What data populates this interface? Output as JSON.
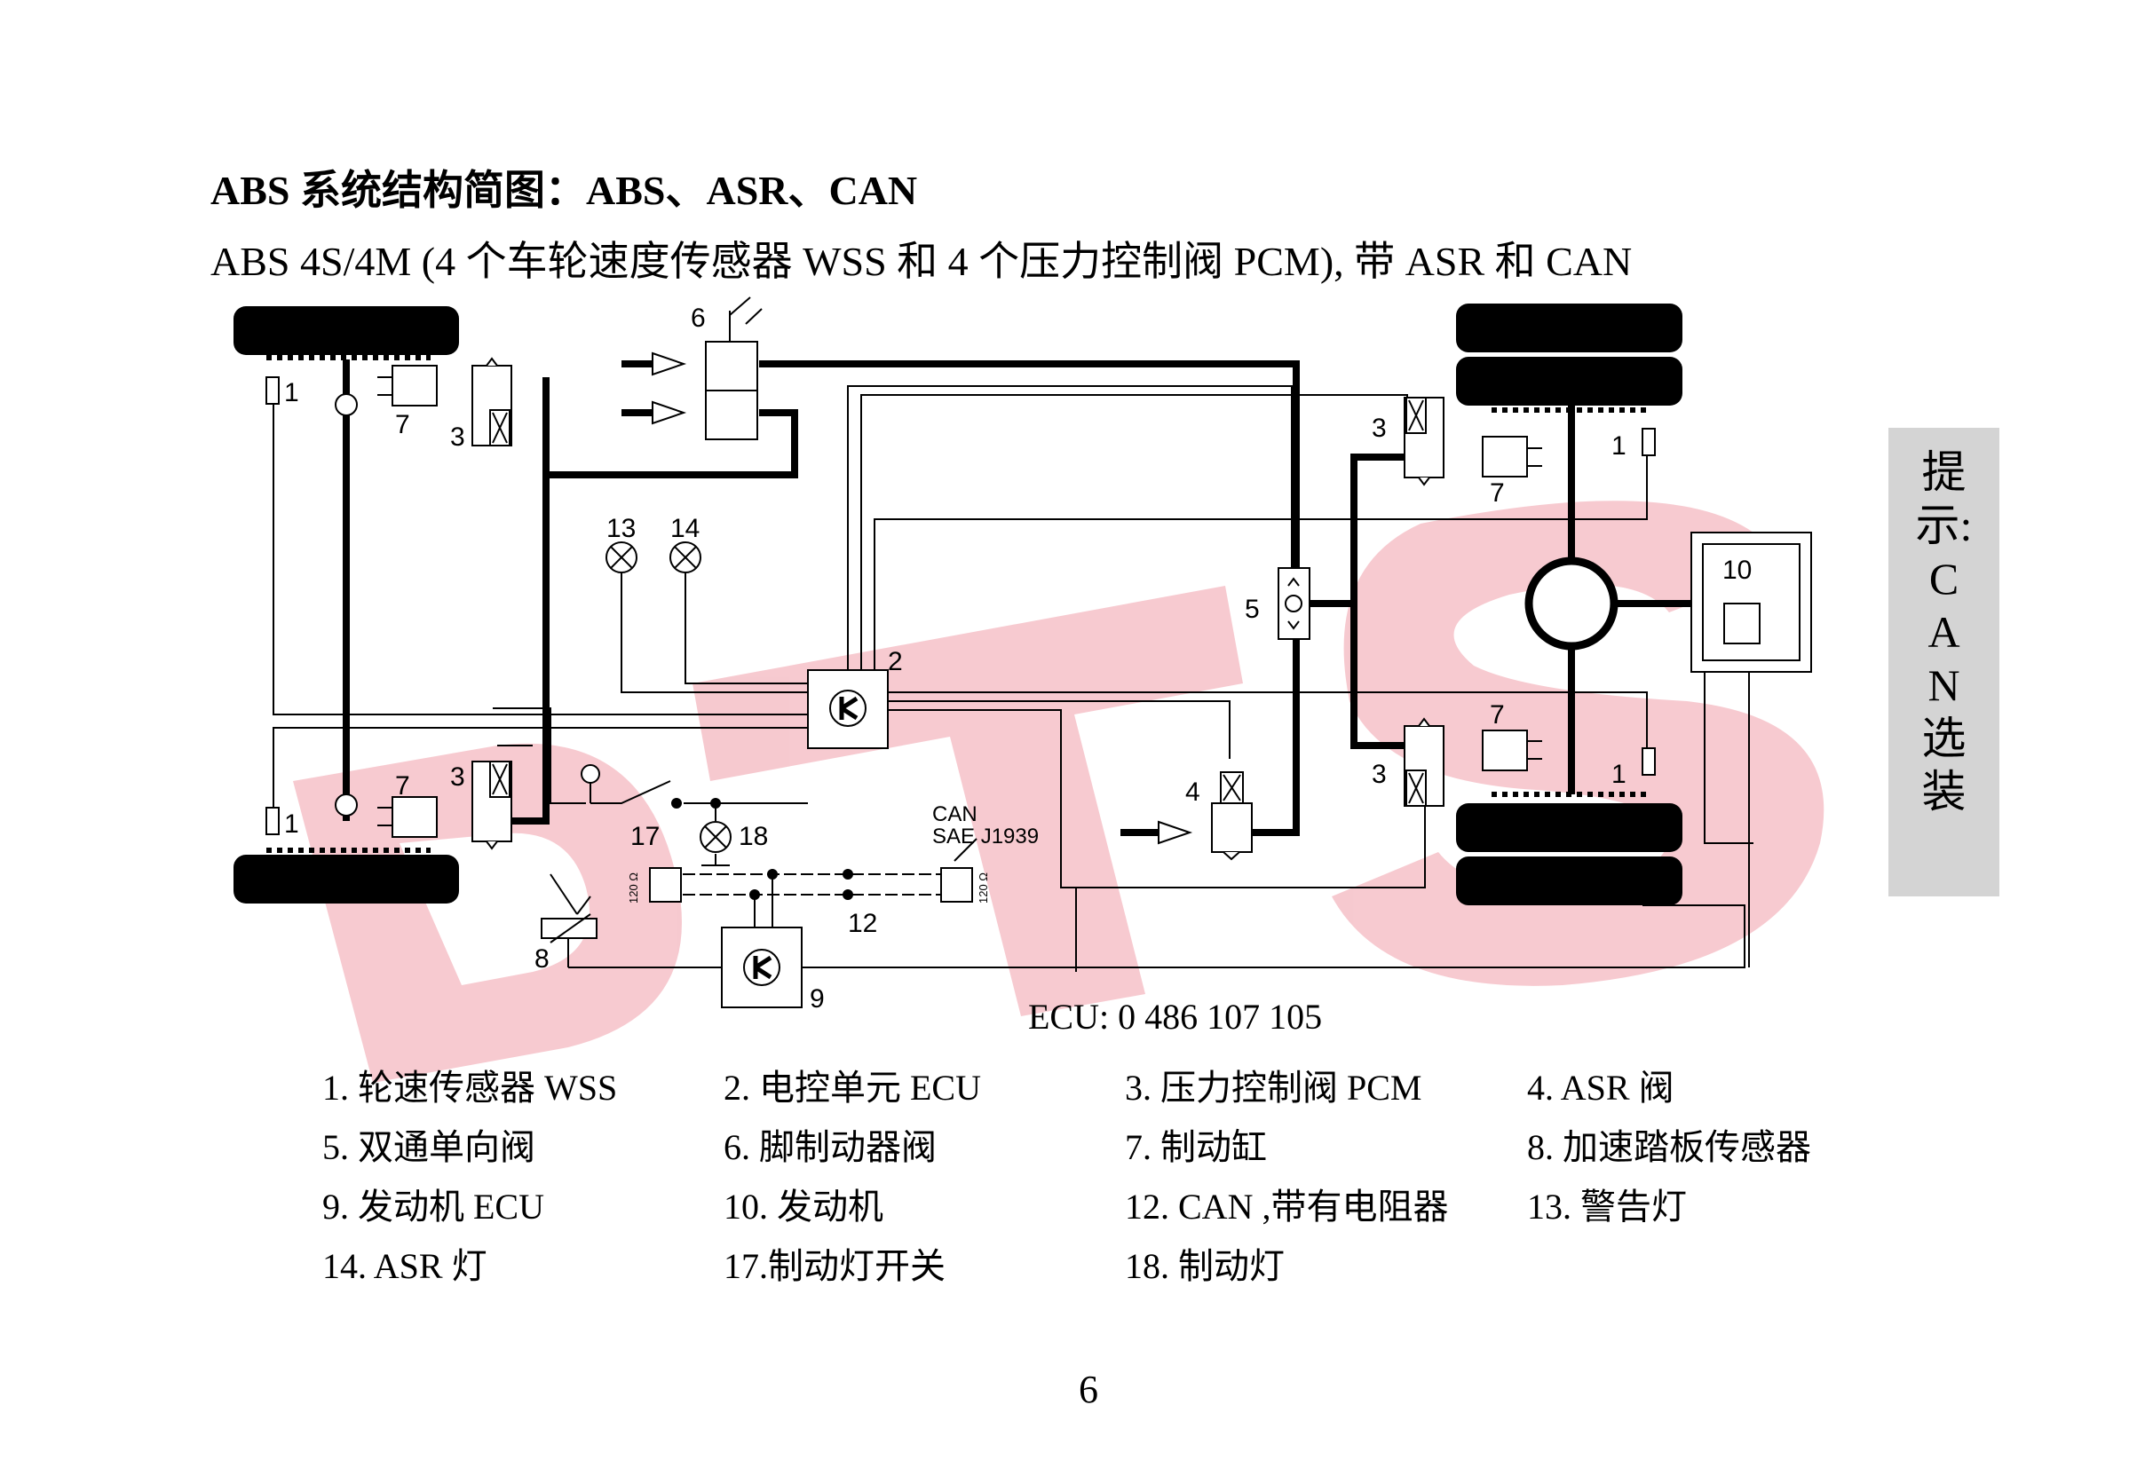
{
  "header": {
    "title": "ABS 系统结构简图：ABS、ASR、CAN",
    "subtitle": "ABS 4S/4M (4 个车轮速度传感器 WSS 和 4 个压力控制阀 PCM), 带 ASR 和 CAN"
  },
  "diagram": {
    "callouts": {
      "wss_front_left": "1",
      "wss_front_right": "1",
      "wss_rear_left": "1",
      "wss_rear_right": "1",
      "ecu": "2",
      "pcm_front_left": "3",
      "pcm_front_right": "3",
      "pcm_rear_left": "3",
      "pcm_rear_right": "3",
      "asr_valve": "4",
      "double_check_valve": "5",
      "foot_brake_valve": "6",
      "brake_cylinder_fl": "7",
      "brake_cylinder_fr": "7",
      "brake_cylinder_rl": "7",
      "brake_cylinder_rr": "7",
      "accel_pedal_sensor": "8",
      "engine_ecu": "9",
      "engine": "10",
      "can_bus": "12",
      "warning_lamp": "13",
      "asr_lamp": "14",
      "brake_light_switch": "17",
      "brake_light": "18"
    },
    "can_label": "CAN",
    "can_standard": "SAE J1939",
    "resistor_left": "120 Ω",
    "resistor_right": "120 Ω"
  },
  "ecu_part": "ECU: 0 486 107 105",
  "legend": [
    "1. 轮速传感器  WSS",
    "2. 电控单元  ECU",
    "3. 压力控制阀  PCM",
    "4. ASR 阀",
    "5. 双通单向阀",
    "6. 脚制动器阀",
    "7. 制动缸",
    "8. 加速踏板传感器",
    "9. 发动机 ECU",
    "10. 发动机",
    "12. CAN ,带有电阻器",
    "13. 警告灯",
    "14. ASR 灯",
    "17.制动灯开关",
    "18. 制动灯"
  ],
  "side_tab": [
    "提",
    "示:",
    "C",
    "A",
    "N",
    "选",
    "装"
  ],
  "watermark": "DTS",
  "page_number": "6",
  "colors": {
    "watermark": "#f4b8c0",
    "side_tab": "#d4d4d4",
    "line": "#000000"
  }
}
